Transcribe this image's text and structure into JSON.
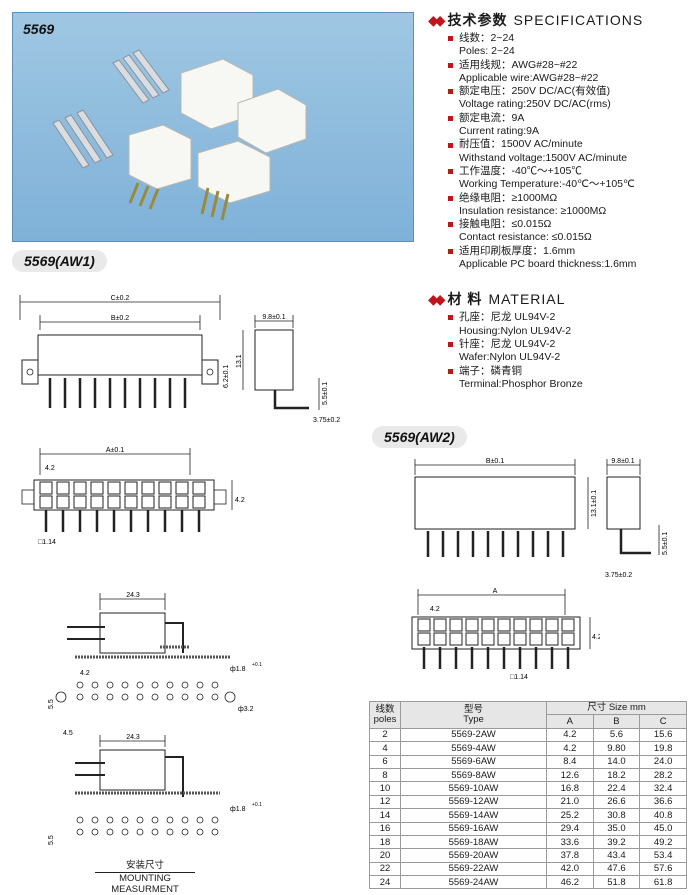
{
  "photo": {
    "model_label": "5569"
  },
  "tags": {
    "aw1": "5569(AW1)",
    "aw2": "5569(AW2)"
  },
  "specifications": {
    "title_zh": "技术参数",
    "title_en": "SPECIFICATIONS",
    "items": [
      {
        "zh": "线数：2~24",
        "en": "Poles: 2~24"
      },
      {
        "zh": "适用线规：AWG#28~#22",
        "en": "Applicable wire:AWG#28~#22"
      },
      {
        "zh": "额定电压：250V DC/AC(有效值)",
        "en": "Voltage rating:250V DC/AC(rms)"
      },
      {
        "zh": "额定电流：9A",
        "en": "Current rating:9A"
      },
      {
        "zh": "耐压值：1500V AC/minute",
        "en": "Withstand voltage:1500V AC/minute"
      },
      {
        "zh": "工作温度：-40℃～+105℃",
        "en": "Working Temperature:-40℃～+105℃"
      },
      {
        "zh": "绝缘电阻：≥1000MΩ",
        "en": "Insulation resistance: ≥1000MΩ"
      },
      {
        "zh": "接触电阻：≤0.015Ω",
        "en": "Contact resistance: ≤0.015Ω"
      },
      {
        "zh": "适用印刷板厚度：1.6mm",
        "en": "Applicable PC board thickness:1.6mm"
      }
    ]
  },
  "material": {
    "title_zh": "材 料",
    "title_en": "MATERIAL",
    "items": [
      {
        "zh": "孔座：尼龙 UL94V-2",
        "en": "Housing:Nylon UL94V-2"
      },
      {
        "zh": "针座：尼龙 UL94V-2",
        "en": "Wafer:Nylon UL94V-2"
      },
      {
        "zh": "端子：磷青铜",
        "en": "Terminal:Phosphor Bronze"
      }
    ]
  },
  "dims": {
    "c": "C±0.2",
    "b": "B±0.2",
    "b_aw2": "B±0.1",
    "a": "A±0.1",
    "a_aw2": "A",
    "w98": "9.8±0.1",
    "h131": "13.1",
    "h131_aw2": "13.1±0.1",
    "h62": "6.2±0.1",
    "h55": "5.5±0.1",
    "p375": "3.75±0.2",
    "p42": "4.2",
    "sq114": "□1.14",
    "l243": "24.3",
    "hole18": "ф1.8",
    "tol": "+0.1",
    "hole32": "ф3.2",
    "v55": "5.5",
    "v45": "4.5"
  },
  "mounting": {
    "zh": "安装尺寸",
    "en": "MOUNTING MEASURMENT"
  },
  "size_table": {
    "col_poles_zh": "线数",
    "col_poles_en": "poles",
    "col_type_zh": "型号",
    "col_type_en": "Type",
    "col_size": "尺寸 Size mm",
    "col_a": "A",
    "col_b": "B",
    "col_c": "C",
    "rows": [
      [
        "2",
        "5569-2AW",
        "4.2",
        "5.6",
        "15.6"
      ],
      [
        "4",
        "5569-4AW",
        "4.2",
        "9.80",
        "19.8"
      ],
      [
        "6",
        "5569-6AW",
        "8.4",
        "14.0",
        "24.0"
      ],
      [
        "8",
        "5569-8AW",
        "12.6",
        "18.2",
        "28.2"
      ],
      [
        "10",
        "5569-10AW",
        "16.8",
        "22.4",
        "32.4"
      ],
      [
        "12",
        "5569-12AW",
        "21.0",
        "26.6",
        "36.6"
      ],
      [
        "14",
        "5569-14AW",
        "25.2",
        "30.8",
        "40.8"
      ],
      [
        "16",
        "5569-16AW",
        "29.4",
        "35.0",
        "45.0"
      ],
      [
        "18",
        "5569-18AW",
        "33.6",
        "39.2",
        "49.2"
      ],
      [
        "20",
        "5569-20AW",
        "37.8",
        "43.4",
        "53.4"
      ],
      [
        "22",
        "5569-22AW",
        "42.0",
        "47.6",
        "57.6"
      ],
      [
        "24",
        "5569-24AW",
        "46.2",
        "51.8",
        "61.8"
      ]
    ]
  },
  "colors": {
    "accent": "#c0161b",
    "photo_bg": "#8dbbde"
  }
}
